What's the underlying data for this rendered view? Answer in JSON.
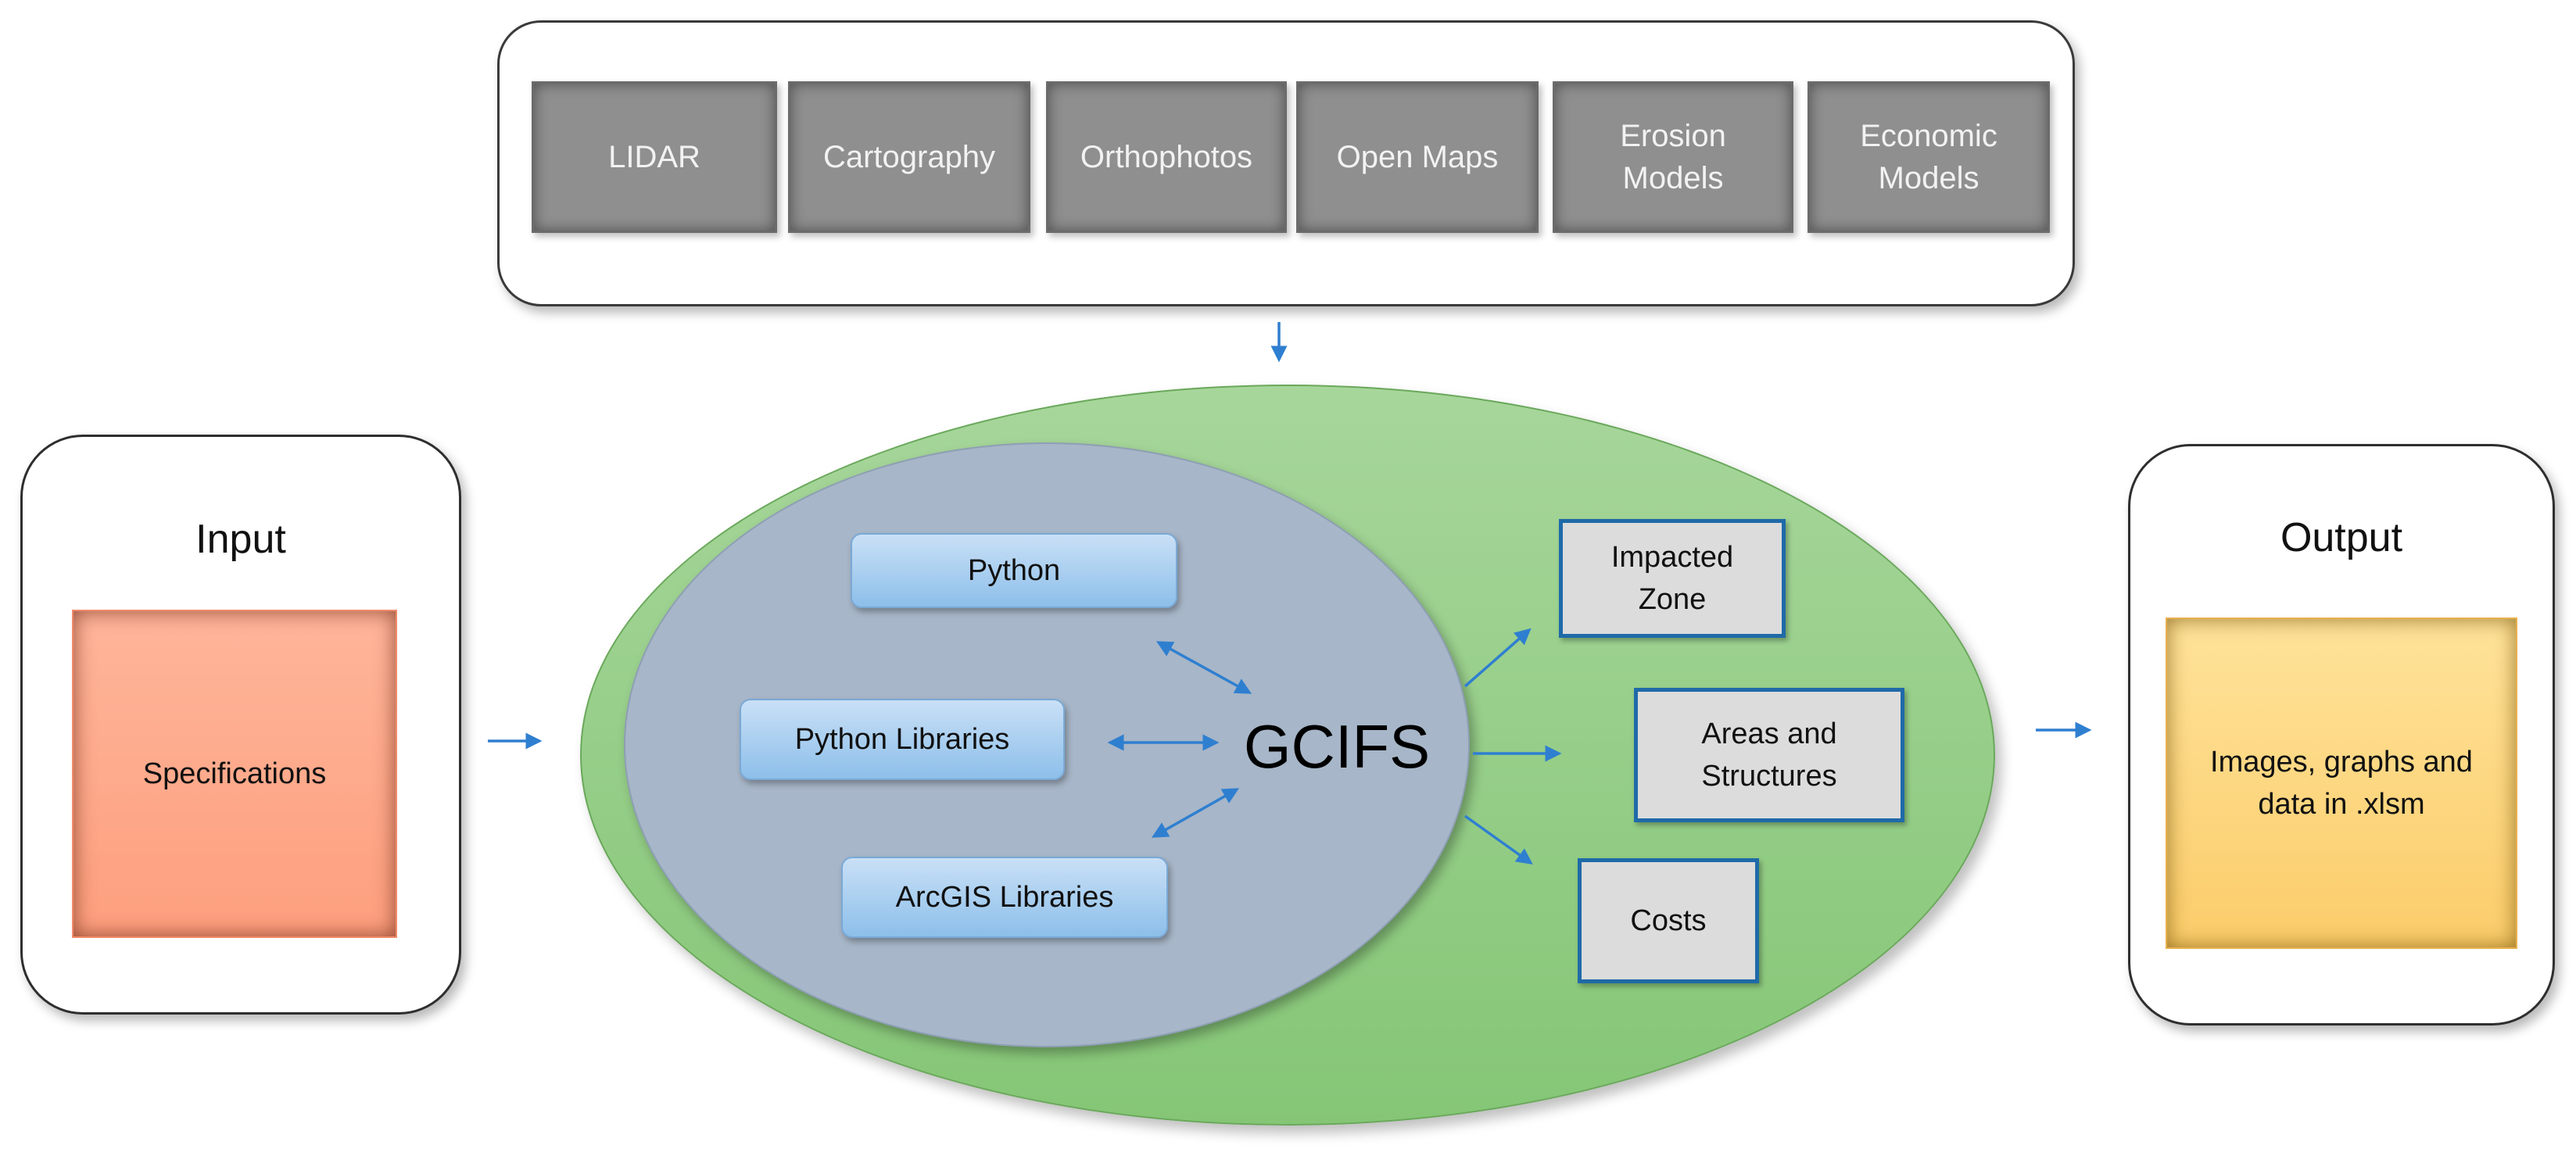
{
  "data_sources": [
    "LIDAR",
    "Cartography",
    "Orthophotos",
    "Open Maps",
    "Erosion\nModels",
    "Economic\nModels"
  ],
  "input": {
    "title": "Input",
    "item": "Specifications"
  },
  "output": {
    "title": "Output",
    "item": "Images, graphs and\ndata in .xlsm"
  },
  "core": {
    "name": "GCIFS",
    "tools": [
      "Python",
      "Python Libraries",
      "ArcGIS Libraries"
    ]
  },
  "results": [
    "Impacted\nZone",
    "Areas and\nStructures",
    "Costs"
  ],
  "colors": {
    "arrow": "#2f7fd0",
    "result_border": "#1f6aa8",
    "outer_ellipse": "#93cd85",
    "inner_ellipse": "#a7b6c8",
    "source_box": "#8f8f8f",
    "input_box": "#fda988",
    "output_box": "#fdd680"
  }
}
